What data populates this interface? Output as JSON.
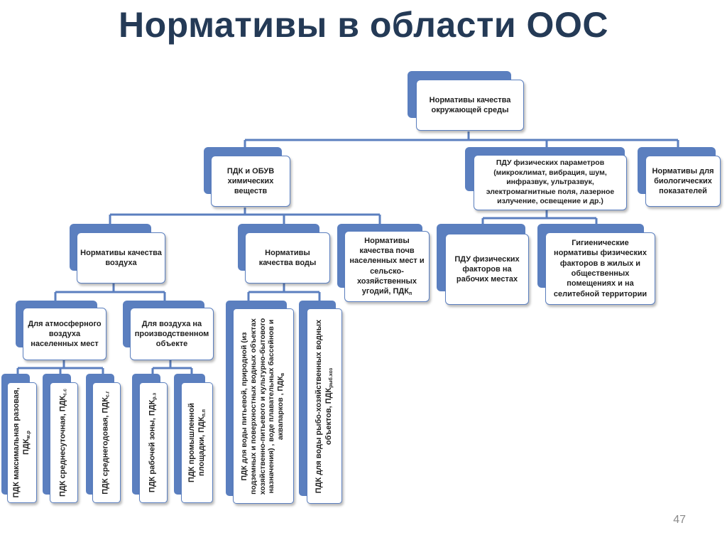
{
  "slide": {
    "title": "Нормативы в области ООС",
    "page_number": "47"
  },
  "diagram": {
    "root": "Нормативы качества окружающей среды",
    "level1": {
      "chem": "ПДК и ОБУВ химических веществ",
      "phys": "ПДУ физических параметров (микроклимат, вибрация, шум, инфразвук, ультразвук, электромагнитные поля, лазерное излучение, освещение и др.)",
      "bio": "Нормативы для биологических показателей"
    },
    "level2": {
      "air": "Нормативы качества воздуха",
      "water": "Нормативы качества воды",
      "soil": "Нормативы качества почв населенных мест и сельско-хозяйственных угодий, ПДК",
      "soil_sub": "п",
      "phys_work": "ПДУ физических факторов на рабочих местах",
      "phys_hyg": "Гигиенические нормативы физических факторов в жилых и общественных помещениях и на селитебной территории"
    },
    "level3": {
      "atm": "Для атмосферного воздуха населенных мест",
      "prod": "Для воздуха на производственном объекте"
    },
    "leaves": {
      "max_once": "ПДК максимальная разовая, ПДК",
      "max_once_sub": "м.р",
      "daily": "ПДК среднесуточная, ПДК",
      "daily_sub": "с.с",
      "annual": "ПДК среднегодовая, ПДК",
      "annual_sub": "с.г",
      "work_zone": "ПДК рабочей зоны, ПДК",
      "work_zone_sub": "р.з",
      "industrial": "ПДК промышленной площадки, ПДК",
      "industrial_sub": "п.п",
      "drinking": "ПДК для воды питьевой, природной (из подземных и поверхностных водных объектах хозяйственно-питьевого и культурно-бытового назначения) , воде плавательных бассейнов и аквапарков , ПДК",
      "drinking_sub": "в",
      "fishery": "ПДК для воды рыбо-хозяйственных водных объектов, ПДК",
      "fishery_sub": "рыб.хоз"
    }
  },
  "colors": {
    "accent": "#5b7fbf",
    "title": "#243a56"
  }
}
